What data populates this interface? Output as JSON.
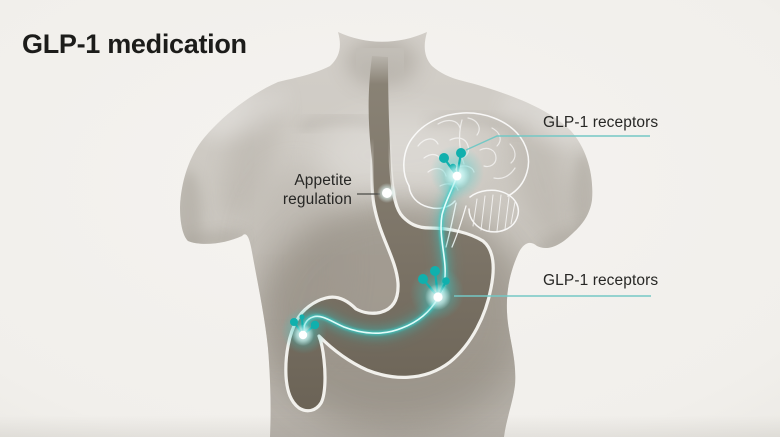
{
  "title": "GLP-1 medication",
  "callouts": [
    {
      "id": "brain-receptors",
      "text": "GLP-1 receptors",
      "target": "brain"
    },
    {
      "id": "appetite-regulation",
      "line1": "Appetite",
      "line2": "regulation",
      "target": "esophagus"
    },
    {
      "id": "stomach-receptors",
      "text": "GLP-1 receptors",
      "target": "stomach"
    }
  ],
  "icons": [
    {
      "name": "receptor-cluster-icon",
      "meaning": "glowing GLP-1 receptor site",
      "locations": [
        "brain",
        "stomach-body",
        "duodenum"
      ]
    },
    {
      "name": "brain-outline-icon",
      "meaning": "sketched brain with cerebellum and brainstem"
    },
    {
      "name": "stomach-icon",
      "meaning": "esophagus and stomach silhouette"
    },
    {
      "name": "nerve-glow-line",
      "meaning": "gut-brain signalling pathway"
    }
  ],
  "colors": {
    "background": "#f2f0ec",
    "body": "#cdc9c2",
    "organ": "#7b7366",
    "organ_outline": "#f7f6f2",
    "accent_teal": "#1fb6b3",
    "callout_line_teal": "#74c8c5",
    "text": "#272725",
    "title_text": "#1c1c1a"
  }
}
